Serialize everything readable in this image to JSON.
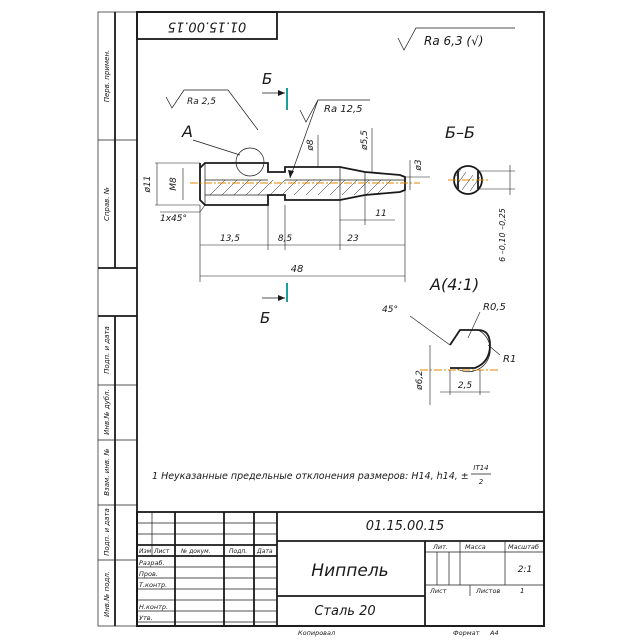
{
  "stamp_code_rotated": "01.15.00.15",
  "roughness_general": "Ra 6,3 (√)",
  "roughness_a": "Ra 2,5",
  "roughness_b": "Ra 12,5",
  "section_mark": "Б",
  "section_view_label": "Б–Б",
  "detail_callout": "А",
  "detail_view_label": "А(4:1)",
  "dims": {
    "d11": "ø11",
    "m8": "M8",
    "chamfer": "1x45°",
    "d8": "ø8",
    "d55": "ø5,5",
    "d3": "ø3",
    "l135": "13,5",
    "l85": "8,5",
    "l23": "23",
    "l11": "11",
    "l48": "48",
    "sec_width": "6 –0,10\n–0,25",
    "angle45": "45°",
    "r05": "R0,5",
    "r1": "R1",
    "d62": "ø6,2",
    "w25": "2,5"
  },
  "note": "1 Неуказанные предельные отклонения размеров: H14, h14, ±",
  "note_frac_num": "IT14",
  "note_frac_den": "2",
  "left_strip": {
    "perv_primen": "Перв. примен.",
    "sprav_no": "Справ. №",
    "podp_data_1": "Подп. и дата",
    "inv_dubl": "Инв.№ дубл.",
    "vzam_inv": "Взам. инв. №",
    "podp_data_2": "Подп. и дата",
    "inv_podl": "Инв.№ подл."
  },
  "title_block": {
    "designation": "01.15.00.15",
    "part_name": "Ниппель",
    "material": "Сталь 20",
    "hdr_izm": "Изм",
    "hdr_list": "Лист",
    "hdr_docno": "№ докум.",
    "hdr_podp": "Подп.",
    "hdr_data": "Дата",
    "razrab": "Разраб.",
    "prov": "Пров.",
    "tkontr": "Т.контр.",
    "nkontr": "Н.контр.",
    "utv": "Утв.",
    "lit": "Лит.",
    "massa": "Масса",
    "masshtab": "Масштаб",
    "scale": "2:1",
    "sheet_lbl": "Лист",
    "sheets_lbl": "Листов",
    "sheets": "1",
    "copied": "Копировал",
    "format": "Формат",
    "format_val": "А4"
  }
}
